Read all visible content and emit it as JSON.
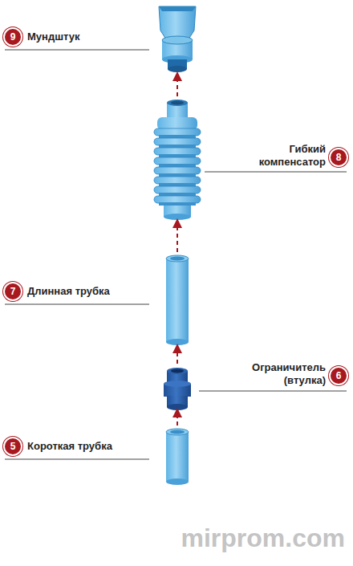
{
  "diagram": {
    "labels": [
      "9",
      "Мундштук",
      "Гибкий компенсатор",
      "8",
      "7",
      "Длинная трубка",
      "Ограничитель (втулка)",
      "6",
      "5",
      "Короткая трубка",
      "mirprom.com"
    ]
  }
}
